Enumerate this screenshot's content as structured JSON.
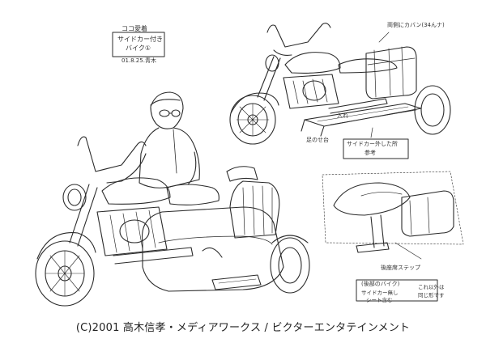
{
  "title_block": {
    "heading": "ココ愛着",
    "line1": "サイドカー付き",
    "line2": "バイク①",
    "date": "01.8.25.青木"
  },
  "annotations": {
    "top_right_bag": "両側にカバン(34んナ)",
    "sidecar_removed": "サイドカー外した所",
    "reference": "参考",
    "mid_note": "足のせ台",
    "passenger_step": "後座席ステップ",
    "rear_bike_heading": "(後部のバイク)",
    "rear_bike_note1": "サイドカー無し",
    "rear_bike_note2": "シート含む",
    "rear_bike_note3": "これ以外は",
    "rear_bike_note4": "同じ形です",
    "front_wheel_label": "入れ"
  },
  "copyright": "(C)2001 高木信孝・メディアワークス / ビクターエンタテインメント"
}
